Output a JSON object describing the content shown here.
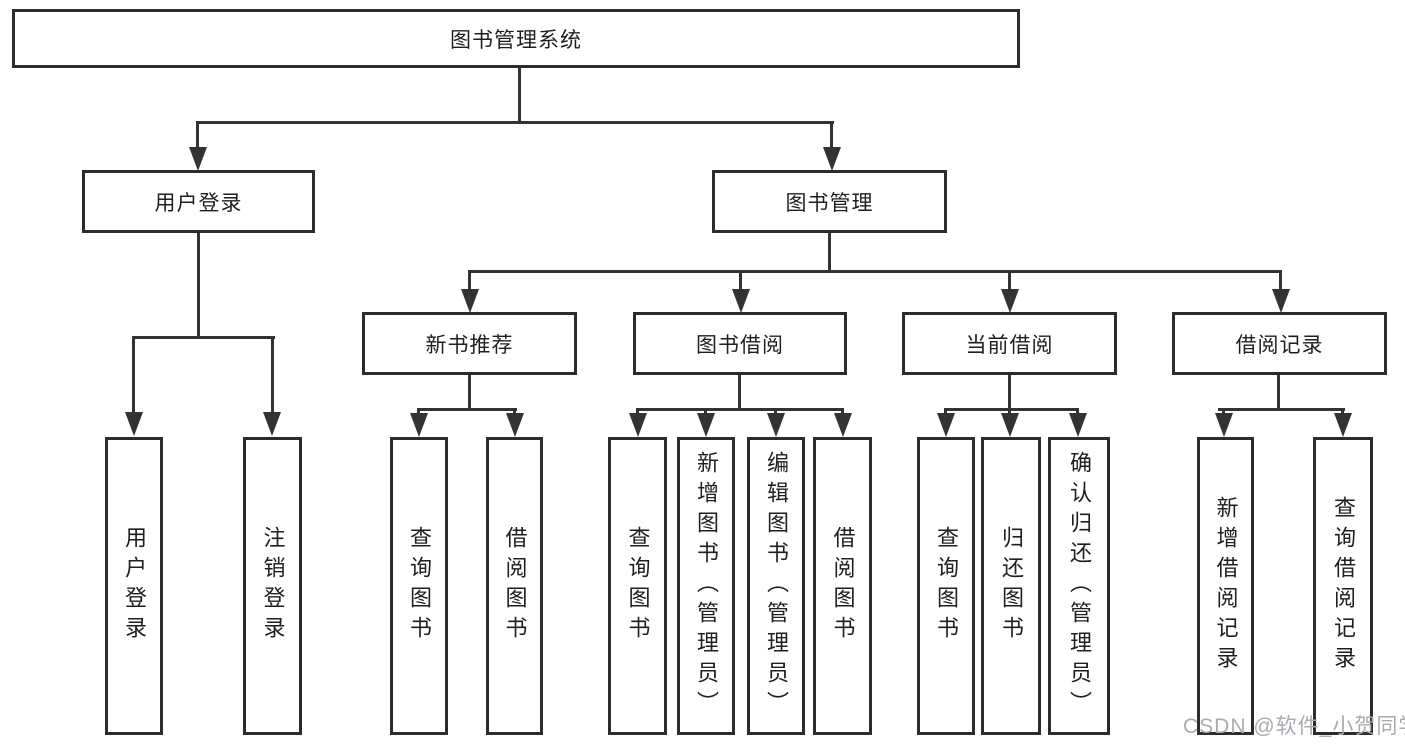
{
  "watermark": "CSDN @软件_小贺同学",
  "colors": {
    "line": "#333333",
    "box_border": "#2c2c2c",
    "text": "#1f1f1f",
    "watermark_text": "#a8abb0",
    "background": "#ffffff"
  },
  "tree": {
    "label": "图书管理系统",
    "children": [
      {
        "label": "用户登录",
        "children": [
          {
            "label": "用户登录"
          },
          {
            "label": "注销登录"
          }
        ]
      },
      {
        "label": "图书管理",
        "children": [
          {
            "label": "新书推荐",
            "children": [
              {
                "label": "查询图书"
              },
              {
                "label": "借阅图书"
              }
            ]
          },
          {
            "label": "图书借阅",
            "children": [
              {
                "label": "查询图书"
              },
              {
                "label": "新增图书（管理员）"
              },
              {
                "label": "编辑图书（管理员）"
              },
              {
                "label": "借阅图书"
              }
            ]
          },
          {
            "label": "当前借阅",
            "children": [
              {
                "label": "查询图书"
              },
              {
                "label": "归还图书"
              },
              {
                "label": "确认归还（管理员）"
              }
            ]
          },
          {
            "label": "借阅记录",
            "children": [
              {
                "label": "新增借阅记录"
              },
              {
                "label": "查询借阅记录"
              }
            ]
          }
        ]
      }
    ]
  }
}
